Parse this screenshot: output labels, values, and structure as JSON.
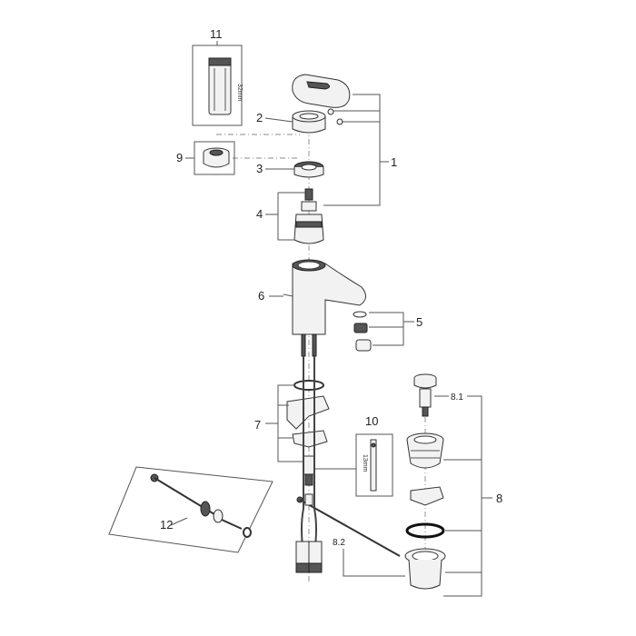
{
  "callouts": {
    "c1": "1",
    "c2": "2",
    "c3": "3",
    "c4": "4",
    "c5": "5",
    "c6": "6",
    "c7": "7",
    "c8": "8",
    "c8_1": "8.1",
    "c8_2": "8.2",
    "c9": "9",
    "c10": "10",
    "c11": "11",
    "c12": "12"
  },
  "dimensions": {
    "part11": "32mm",
    "part10": "13mm"
  }
}
